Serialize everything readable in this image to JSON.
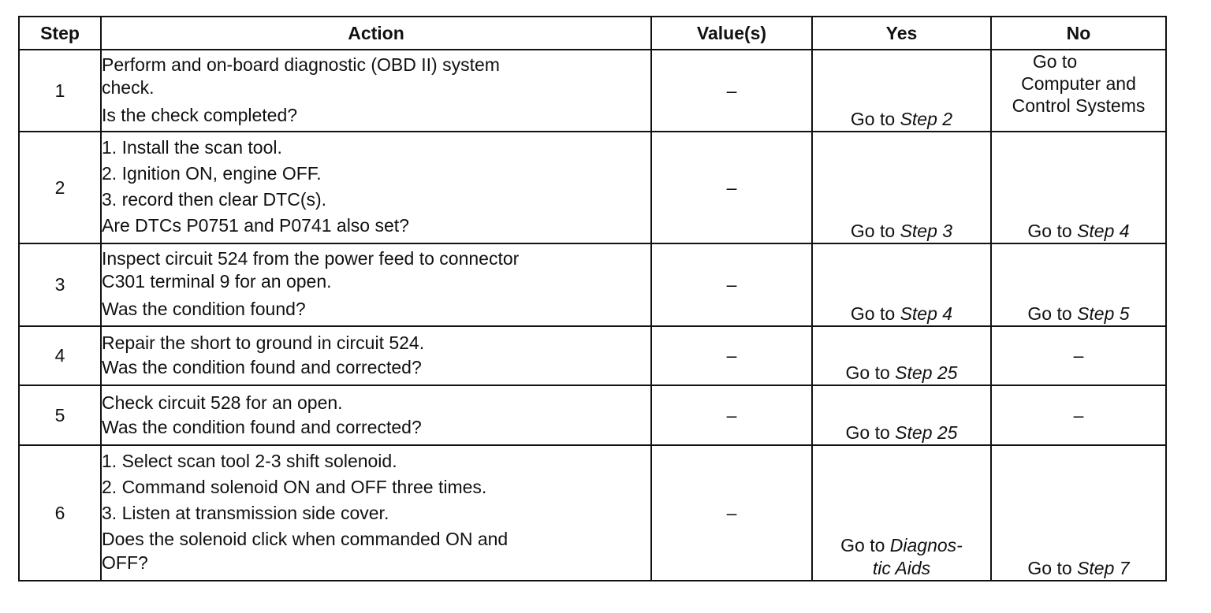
{
  "headers": {
    "step": "Step",
    "action": "Action",
    "values": "Value(s)",
    "yes": "Yes",
    "no": "No"
  },
  "rows": [
    {
      "step": "1",
      "lines": [
        "Perform and on-board diagnostic (OBD II) system",
        "check."
      ],
      "question": "Is the check completed?",
      "value": "–",
      "yes": {
        "prefix": "Go to ",
        "link": "Step 2"
      },
      "no_lines": [
        "Go to",
        "Computer and",
        "Control Systems"
      ]
    },
    {
      "step": "2",
      "lines": [
        "1. Install the scan tool.",
        "2. Ignition ON, engine OFF.",
        "3. record then clear DTC(s)."
      ],
      "question": "Are DTCs P0751 and P0741 also set?",
      "value": "–",
      "yes": {
        "prefix": "Go to ",
        "link": "Step 3"
      },
      "no": {
        "prefix": "Go to ",
        "link": "Step 4"
      }
    },
    {
      "step": "3",
      "lines": [
        "Inspect circuit 524 from the power feed to connector",
        "C301 terminal 9 for an open."
      ],
      "question": "Was the condition found?",
      "value": "–",
      "yes": {
        "prefix": "Go to ",
        "link": "Step 4"
      },
      "no": {
        "prefix": "Go to ",
        "link": "Step 5"
      }
    },
    {
      "step": "4",
      "lines": [
        "Repair the short to ground in circuit 524."
      ],
      "question": "Was the condition found and corrected?",
      "value": "–",
      "yes": {
        "prefix": "Go to ",
        "link": "Step 25"
      },
      "no_text": "–"
    },
    {
      "step": "5",
      "lines": [
        "Check circuit 528 for an open."
      ],
      "question": "Was the condition found and corrected?",
      "value": "–",
      "yes": {
        "prefix": "Go to ",
        "link": "Step 25"
      },
      "no_text": "–"
    },
    {
      "step": "6",
      "lines": [
        "1. Select scan tool 2-3 shift solenoid.",
        "2. Command solenoid ON and OFF three times.",
        "3. Listen at transmission side cover."
      ],
      "question_lines": [
        "Does the solenoid click when commanded ON and",
        "OFF?"
      ],
      "value": "–",
      "yes6": {
        "prefix": "Go to ",
        "link1": "Diagnos-",
        "link2": "tic Aids"
      },
      "no": {
        "prefix": "Go to ",
        "link": "Step 7"
      }
    }
  ]
}
